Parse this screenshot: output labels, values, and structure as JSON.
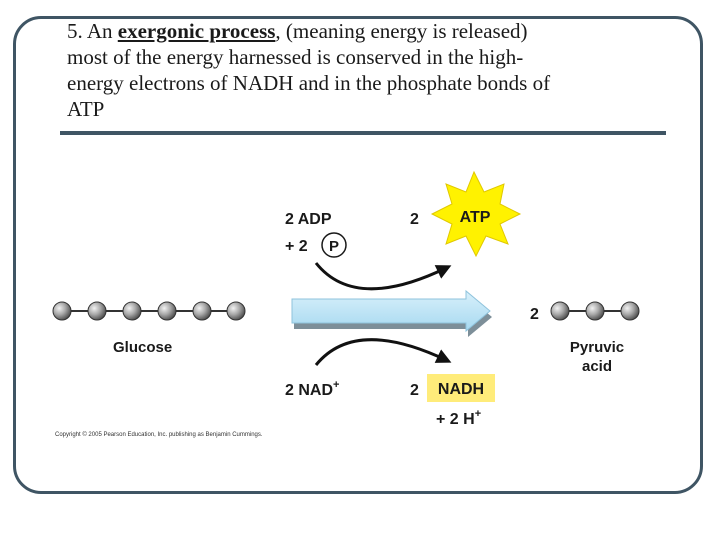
{
  "heading": {
    "number": "5. An ",
    "term": "exergonic process",
    "rest_line1": ", (meaning energy is released)",
    "line2": "most of the energy harnessed is conserved in the high-",
    "line3": "energy electrons of NADH and in the phosphate bonds of",
    "line4": "ATP"
  },
  "diagram": {
    "glucose_label": "Glucose",
    "adp_label": "2 ADP",
    "pi_prefix": "+ 2",
    "pi_symbol": "P",
    "atp_coef": "2",
    "atp_label": "ATP",
    "nad_label": "2 NAD",
    "nad_sup": "+",
    "nadh_coef": "2",
    "nadh_label": "NADH",
    "h_label": "+ 2 H",
    "h_sup": "+",
    "pyruvic_coef": "2",
    "pyruvic_line1": "Pyruvic",
    "pyruvic_line2": "acid"
  },
  "copyright": "Copyright © 2005 Pearson Education, Inc. publishing as Benjamin Cummings.",
  "colors": {
    "frame": "#3f5564",
    "atp_star": "#fff200",
    "nadh_box": "#ffec7a",
    "reaction_arrow": "#bfe6f7",
    "bead": "#9a9a9a"
  }
}
